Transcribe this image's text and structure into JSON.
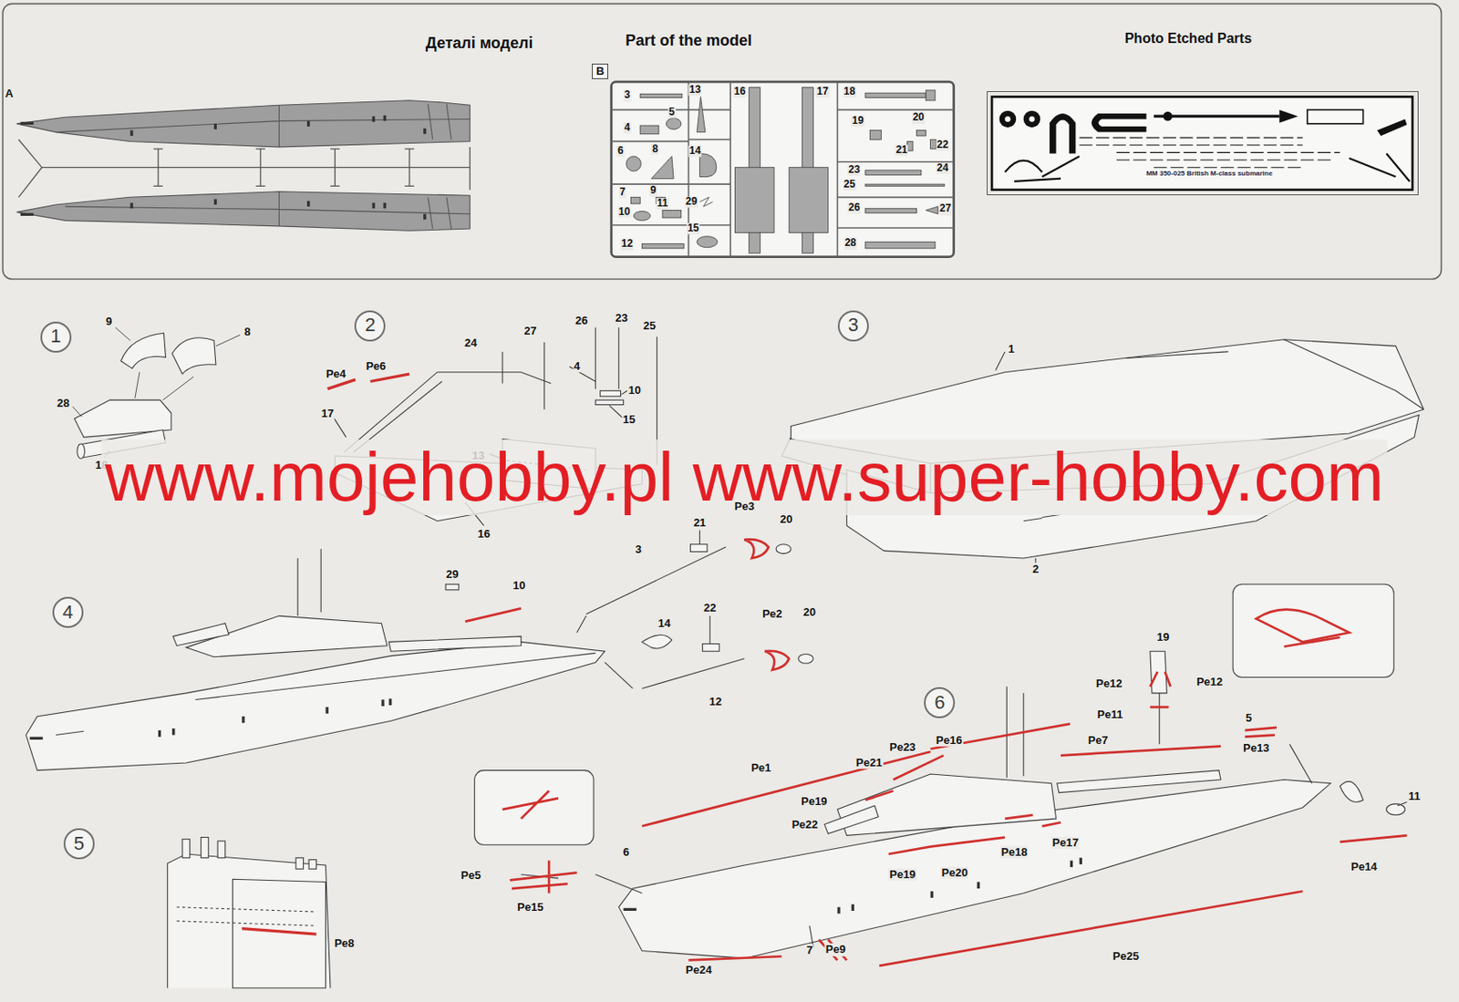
{
  "diagram": {
    "nodes": [
      {
        "text": [
          "B"
        ]
      },
      {
        "text": [
          "MM 350-025 British M-class submarine"
        ]
      },
      {
        "text": [
          "1"
        ]
      },
      {
        "text": [
          "2"
        ]
      },
      {
        "text": [
          "3"
        ]
      },
      {
        "text": [
          "4"
        ]
      },
      {
        "text": [
          "5"
        ]
      },
      {
        "text": [
          "6"
        ]
      }
    ],
    "labels": [
      "Деталі моделі",
      "Part of the model",
      "Photo Etched Parts",
      "A",
      "3",
      "13",
      "16",
      "17",
      "18",
      "4",
      "5",
      "19",
      "20",
      "21",
      "22",
      "6",
      "8",
      "14",
      "23",
      "24",
      "7",
      "9",
      "25",
      "11",
      "29",
      "10",
      "15",
      "26",
      "27",
      "12",
      "28",
      "9",
      "8",
      "28",
      "18",
      "27",
      "26",
      "23",
      "25",
      "24",
      "Pe4",
      "Pe6",
      "4",
      "10",
      "17",
      "15",
      "13",
      "16",
      "1",
      "2",
      "www.mojehobby.pl www.super-hobby.com",
      "29",
      "10",
      "Pe3",
      "20",
      "21",
      "3",
      "14",
      "22",
      "Pe2",
      "20",
      "12",
      "Pe8",
      "19",
      "Pe12",
      "Pe12",
      "Pe11",
      "5",
      "Pe13",
      "Pe7",
      "Pe16",
      "Pe23",
      "Pe1",
      "Pe21",
      "Pe19",
      "Pe22",
      "Pe18",
      "Pe17",
      "Pe19",
      "Pe20",
      "11",
      "Pe14",
      "6",
      "Pe5",
      "Pe15",
      "Pe25",
      "7",
      "Pe9",
      "Pe24"
    ]
  }
}
